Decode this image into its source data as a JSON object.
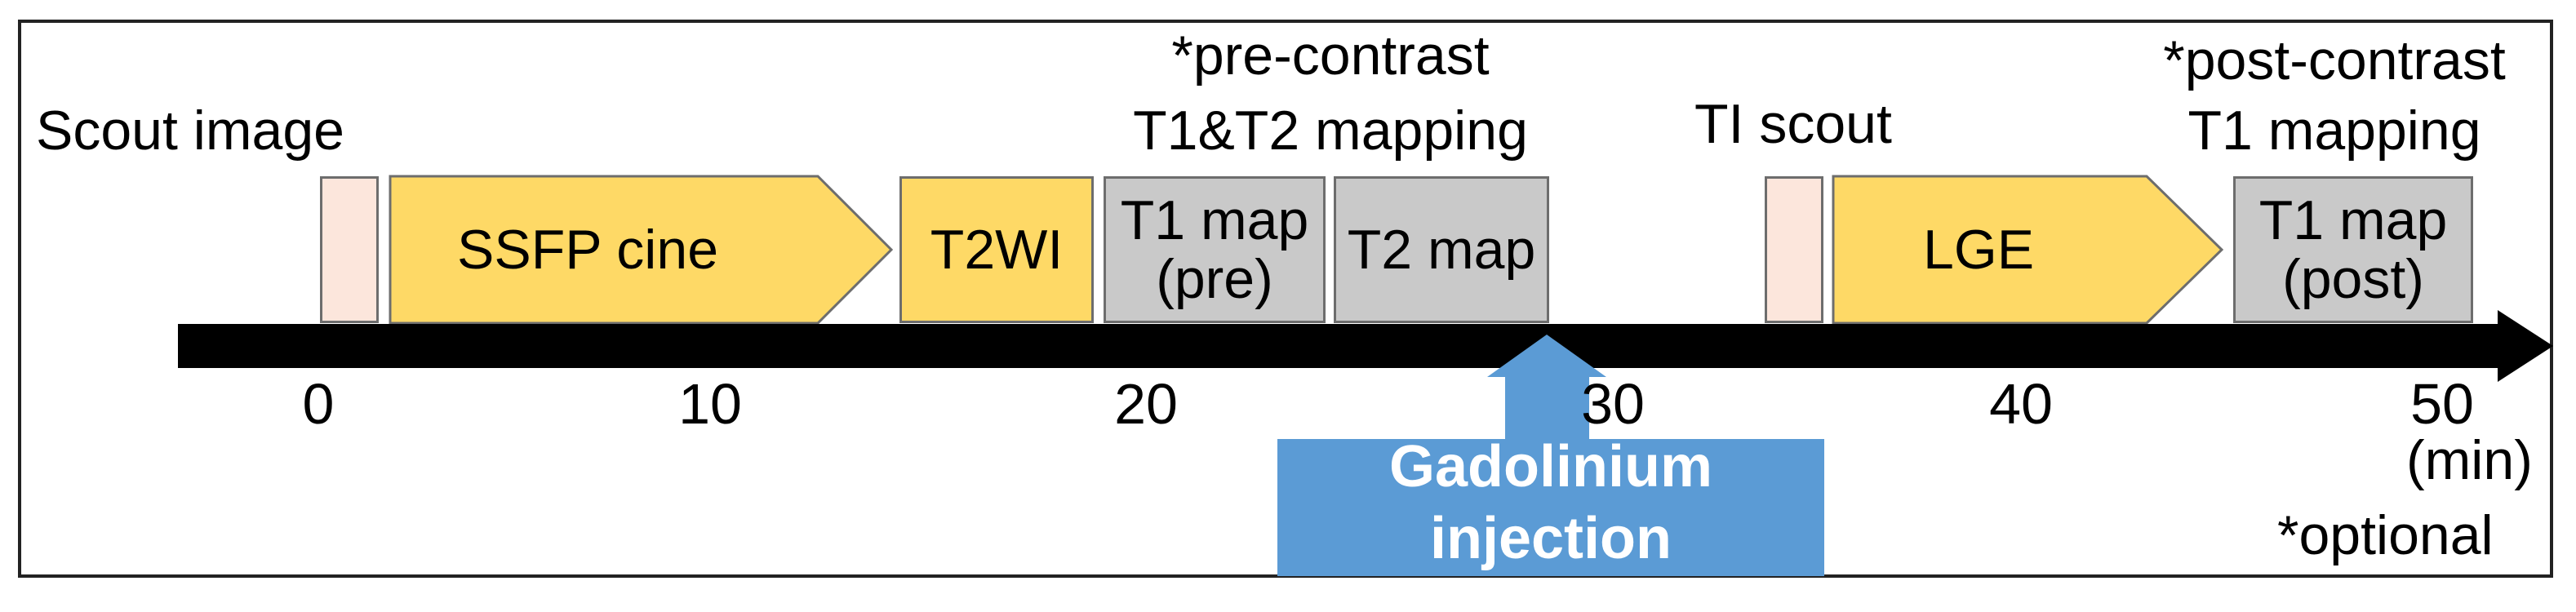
{
  "labels": {
    "scout_image": "Scout image",
    "pre_contrast_line1": "*pre-contrast",
    "pre_contrast_line2": "T1&T2 mapping",
    "ti_scout": "TI scout",
    "post_contrast_line1": "*post-contrast",
    "post_contrast_line2": "T1 mapping",
    "unit": "(min)",
    "optional_note": "*optional"
  },
  "blocks": {
    "ssfp_cine": "SSFP cine",
    "t2wi": "T2WI",
    "t1_map_pre_line1": "T1 map",
    "t1_map_pre_line2": "(pre)",
    "t2_map": "T2 map",
    "lge": "LGE",
    "t1_map_post_line1": "T1 map",
    "t1_map_post_line2": "(post)"
  },
  "axis": {
    "ticks": [
      "0",
      "10",
      "20",
      "30",
      "40",
      "50"
    ]
  },
  "injection": {
    "line1": "Gadolinium",
    "line2": "injection"
  },
  "colors": {
    "scout_block": "#fce6dc",
    "sequence_block": "#fed966",
    "mapping_block": "#c9c9c9",
    "injection": "#5b9bd5",
    "timeline": "#000000"
  }
}
